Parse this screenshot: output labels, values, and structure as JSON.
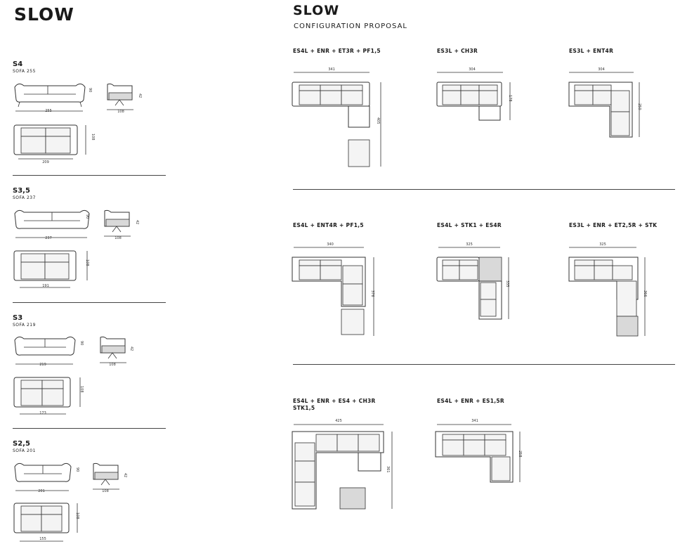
{
  "brand_left": "SLOW",
  "brand_right": "SLOW",
  "subtitle": "CONFIGURATION PROPOSAL",
  "models": [
    {
      "code": "S4",
      "desc": "SOFA 255",
      "front_width": "255",
      "side_depth": "108",
      "side_height": "42",
      "height": "90",
      "plan_width": "209",
      "plan_depth": "108"
    },
    {
      "code": "S3,5",
      "desc": "SOFA 237",
      "front_width": "237",
      "side_depth": "108",
      "side_height": "42",
      "height": "90",
      "plan_width": "191",
      "plan_depth": "108"
    },
    {
      "code": "S3",
      "desc": "SOFA 219",
      "front_width": "219",
      "side_depth": "108",
      "side_height": "42",
      "height": "90",
      "plan_width": "173",
      "plan_depth": "108"
    },
    {
      "code": "S2,5",
      "desc": "SOFA 201",
      "front_width": "201",
      "side_depth": "108",
      "side_height": "42",
      "height": "90",
      "plan_width": "155",
      "plan_depth": "108"
    }
  ],
  "configs": [
    {
      "title": "ES4L + ENR + ET3R + PF1,5",
      "width": "341",
      "depth": "405"
    },
    {
      "title": "ES3L + CH3R",
      "width": "304",
      "depth": "178"
    },
    {
      "title": "ES3L + ENT4R",
      "width": "304",
      "depth": "250"
    },
    {
      "title": "ES4L + ENT4R + PF1,5",
      "width": "340",
      "depth": "376"
    },
    {
      "title": "ES4L + STK1 + ES4R",
      "width": "325",
      "depth": "335"
    },
    {
      "title": "ES3L + ENR + ET2,5R + STK",
      "width": "325",
      "depth": "366"
    },
    {
      "title": "ES4L + ENR + ES4 + CH3R",
      "title2": "STK1,5",
      "width": "425",
      "depth": "361"
    },
    {
      "title": "ES4L + ENR + ES1,5R",
      "width": "341",
      "depth": "258"
    }
  ]
}
